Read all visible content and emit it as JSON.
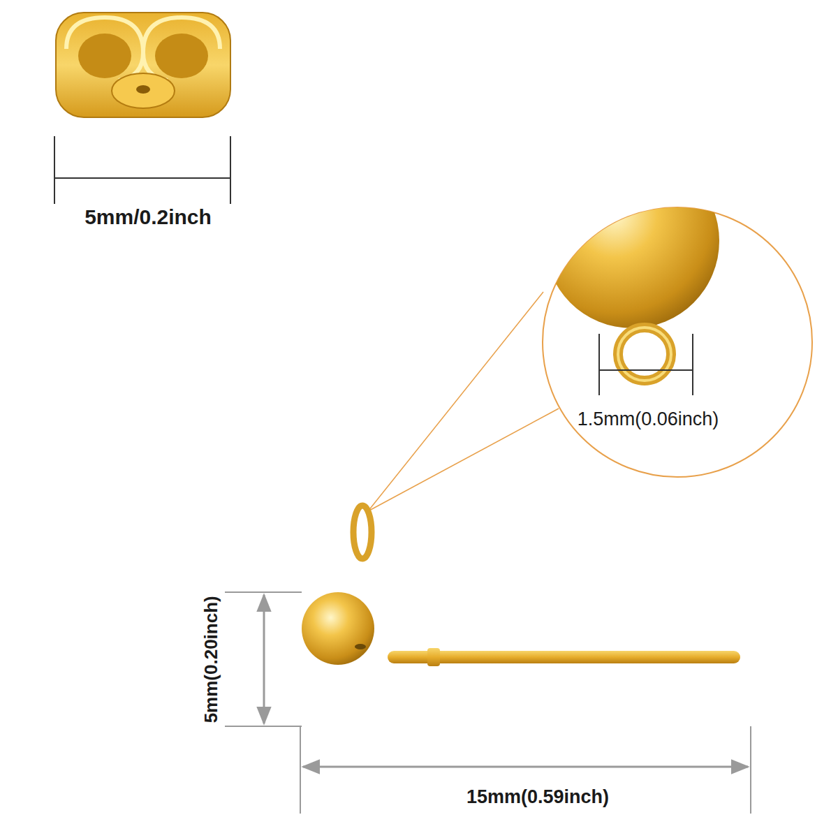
{
  "diagram": {
    "labels": [
      "5mm/0.2inch",
      "1.5mm(0.06inch)",
      "5mm(0.20inch)",
      "15mm(0.59inch)"
    ]
  }
}
